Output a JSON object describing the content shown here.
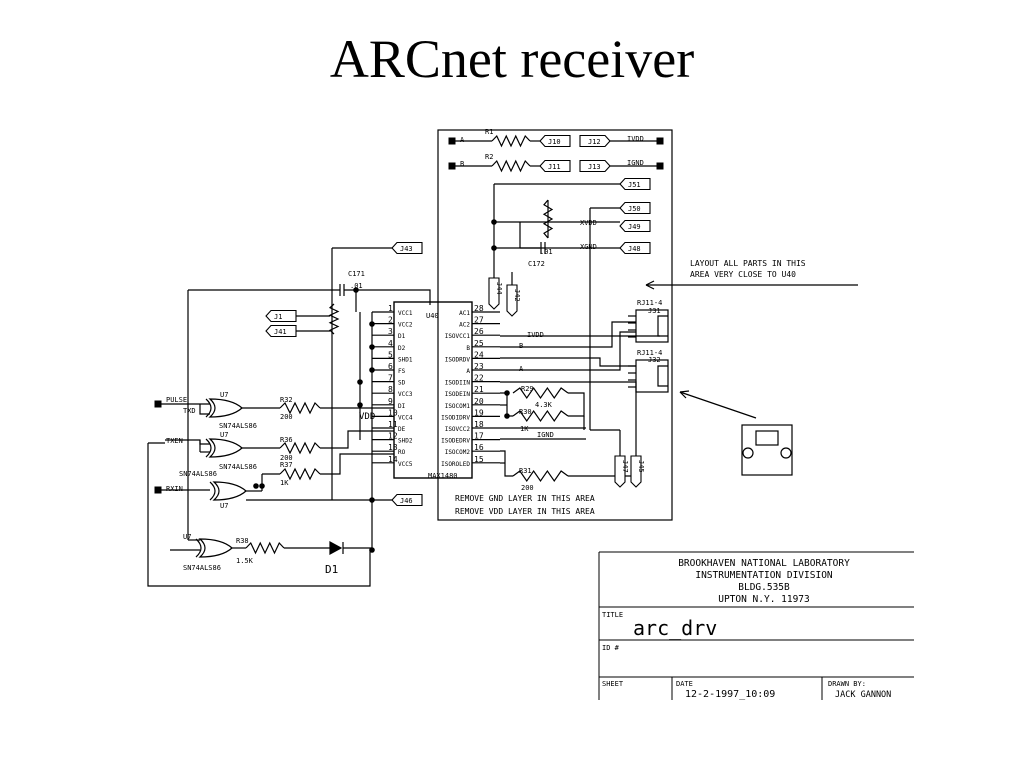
{
  "slide": {
    "title": "ARCnet receiver"
  },
  "title_block": {
    "org_line1": "BROOKHAVEN NATIONAL LABORATORY",
    "org_line2": "INSTRUMENTATION DIVISION",
    "org_line3": "BLDG.535B",
    "org_line4": "UPTON N.Y. 11973",
    "title_label": "TITLE",
    "title_value": "arc_drv",
    "id_label": "ID #",
    "sheet_label": "SHEET",
    "date_label": "DATE",
    "date_value": "12-2-1997_10:09",
    "drawn_label": "DRAWN BY:",
    "drawn_value": "JACK GANNON"
  },
  "schematic": {
    "layout_note_1": "LAYOUT ALL PARTS IN THIS",
    "layout_note_2": "AREA VERY CLOSE TO U40",
    "remove_gnd": "REMOVE GND LAYER IN THIS AREA",
    "remove_vdd": "REMOVE VDD LAYER IN THIS AREA",
    "r1": "R1",
    "r2": "R2",
    "r29": "R29",
    "r30": "R30",
    "r31": "R31",
    "r32": "R32",
    "r36": "R36",
    "r37": "R37",
    "r38": "R38",
    "v_200a": "200",
    "v_200b": "200",
    "v_200c": "200",
    "v_1k_a": "1K",
    "v_1k_b": "1K",
    "v_4p3k": "4.3K",
    "v_1p5k": "1.5K",
    "c171": "C171",
    "c171_val": ".01",
    "c172": "C172",
    "c172_val": ".01",
    "d1": "D1",
    "u40": "U40",
    "max": "MAX1480",
    "vdd": "VDD",
    "u7_a": "U7",
    "u7_b": "U7",
    "u7_c": "U7",
    "u7_d": "U7",
    "part_a": "SN74ALS86",
    "part_b": "SN74ALS86",
    "part_c": "SN74ALS86",
    "part_d": "SN74ALS86",
    "pulse": "PULSE",
    "txen": "TXEN",
    "rxin": "RXIN",
    "txd": "TXD",
    "j10": "J10",
    "j11": "J11",
    "j12": "J12",
    "j13": "J13",
    "j51": "J51",
    "j50": "J50",
    "j49": "J49",
    "j48": "J48",
    "j43": "J43",
    "j1": "J1",
    "j41": "J41",
    "j46": "J46",
    "j44": "J44",
    "j42": "J42",
    "j47": "J47",
    "j45": "J45",
    "ivdd_a": "IVDD",
    "ignd_a": "IGND",
    "xvdd": "XVDD",
    "xgnd": "XGND",
    "ivdd_b": "IVDD",
    "ignd_b": "IGND",
    "net_a1": "A",
    "net_b1": "B",
    "net_a2": "A",
    "net_b2": "B",
    "rj11_a": "RJ11-4",
    "rj11_b": "RJ11-4",
    "j31": "J31",
    "j32": "J32",
    "pins_left": [
      "VCC1",
      "VCC2",
      "D1",
      "D2",
      "SHD1",
      "FS",
      "SD",
      "VCC3",
      "DI",
      "VCC4",
      "DE",
      "SHD2",
      "RO",
      "VCC5"
    ],
    "pins_right": [
      "AC1",
      "AC2",
      "ISOVCC1",
      "B",
      "ISODRDV",
      "A",
      "ISODIIN",
      "ISODEIN",
      "ISOCOM1",
      "ISODIDRV",
      "ISOVCC2",
      "ISODEDRV",
      "ISOCOM2",
      "ISOROLED"
    ],
    "pin_nums_left": [
      "1",
      "2",
      "3",
      "4",
      "5",
      "6",
      "7",
      "8",
      "9",
      "10",
      "11",
      "12",
      "13",
      "14"
    ],
    "pin_nums_right": [
      "28",
      "27",
      "26",
      "25",
      "24",
      "23",
      "22",
      "21",
      "20",
      "19",
      "18",
      "17",
      "16",
      "15"
    ]
  }
}
